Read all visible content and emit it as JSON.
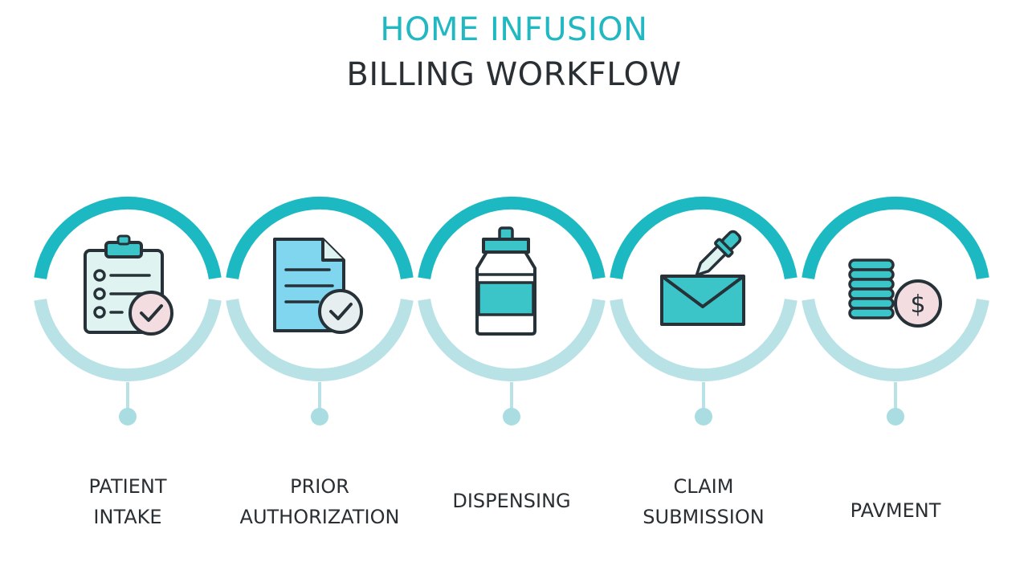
{
  "title": {
    "line1": "HOME INFUSION",
    "line2": "BILLING WORKFLOW"
  },
  "colors": {
    "accent": "#1cb9c2",
    "accent_light": "#b9e2e6",
    "dot": "#a9dde2",
    "title_accent": "#21b8c1",
    "text_dark": "#2a2f33",
    "icon_outline": "#263238",
    "icon_fill_light": "#dff4f1",
    "icon_fill_blue": "#7fd6ee",
    "icon_fill_teal": "#3cc5c8",
    "icon_fill_pink": "#f4dde1"
  },
  "steps": [
    {
      "label_lines": [
        "PATIENT",
        "INTAKE"
      ],
      "icon": "clipboard-check-icon"
    },
    {
      "label_lines": [
        "PRIOR",
        "AUTHORIZATION"
      ],
      "icon": "document-check-icon"
    },
    {
      "label_lines": [
        "DISPENSING"
      ],
      "icon": "medicine-bottle-icon"
    },
    {
      "label_lines": [
        "CLAIM",
        "SUBMISSION"
      ],
      "icon": "envelope-dropper-icon"
    },
    {
      "label_lines": [
        "PAVMENT"
      ],
      "icon": "coins-dollar-icon"
    }
  ]
}
